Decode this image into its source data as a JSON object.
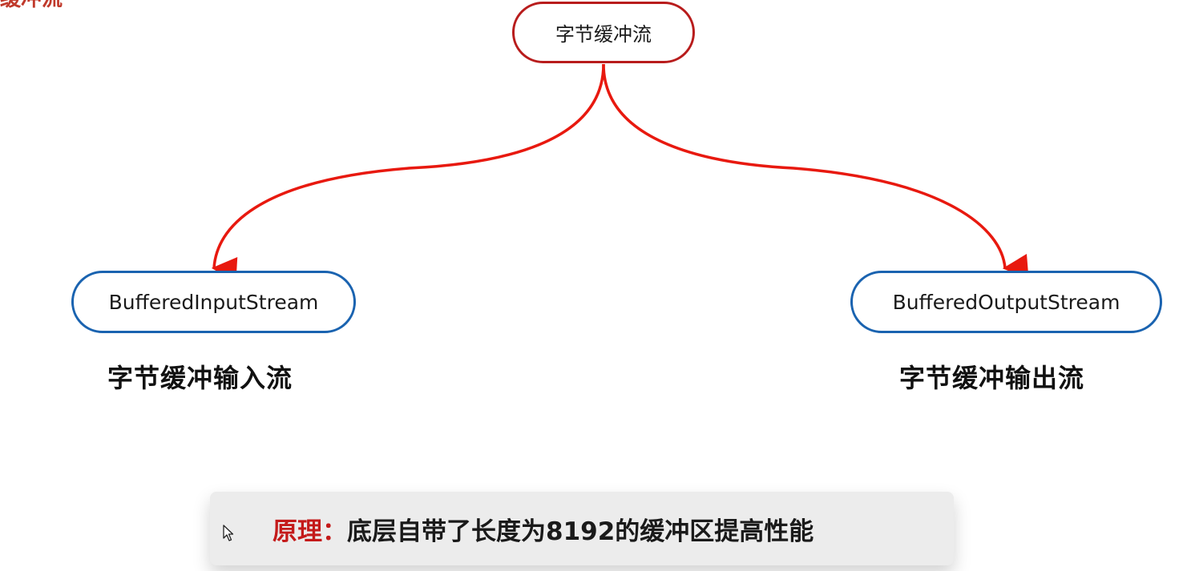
{
  "header": {
    "clipped_title": "缓冲流"
  },
  "diagram": {
    "root": {
      "label": "字节缓冲流"
    },
    "children": [
      {
        "label": "BufferedInputStream",
        "caption": "字节缓冲输入流"
      },
      {
        "label": "BufferedOutputStream",
        "caption": "字节缓冲输出流"
      }
    ],
    "colors": {
      "root_border": "#b81c1c",
      "child_border": "#1a63b0",
      "arrow": "#e8190f"
    }
  },
  "note": {
    "label": "原理：",
    "text": "底层自带了长度为8192的缓冲区提高性能"
  }
}
